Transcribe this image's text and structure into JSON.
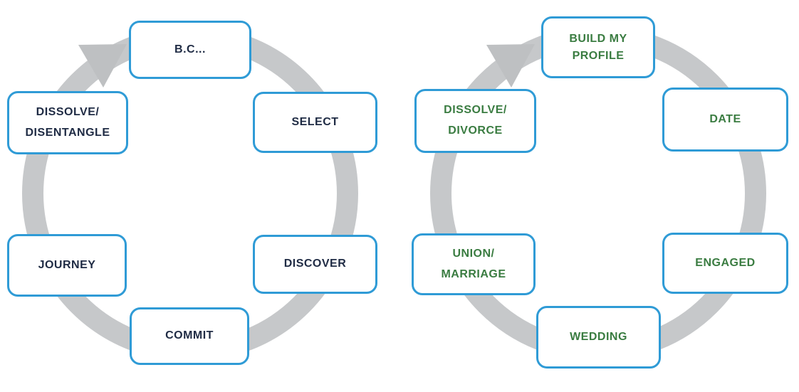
{
  "colors": {
    "page_background": "#ffffff",
    "box_border_blue": "#2f9bd6",
    "box_background": "#ffffff",
    "ring_gray": "#c6c8ca",
    "arrowhead_gray": "#bec0c2",
    "left_diagram_text": "#1f2b44",
    "right_diagram_text": "#3a7c41"
  },
  "diagrams": [
    {
      "id": "generic-cycle",
      "direction": "clockwise",
      "arrow_icon": "curved-cycle-arrow",
      "items": [
        {
          "label": "B.C...",
          "position": "top"
        },
        {
          "label": "SELECT",
          "position": "upper-right"
        },
        {
          "label": "DISCOVER",
          "position": "lower-right"
        },
        {
          "label": "COMMIT",
          "position": "bottom"
        },
        {
          "label": "JOURNEY",
          "position": "lower-left"
        },
        {
          "label": "DISSOLVE/\nDISENTANGLE",
          "position": "upper-left"
        }
      ]
    },
    {
      "id": "relationship-cycle",
      "direction": "clockwise",
      "arrow_icon": "curved-cycle-arrow",
      "items": [
        {
          "label": "BUILD MY\nPROFILE",
          "position": "top"
        },
        {
          "label": "DATE",
          "position": "upper-right"
        },
        {
          "label": "ENGAGED",
          "position": "lower-right"
        },
        {
          "label": "WEDDING",
          "position": "bottom"
        },
        {
          "label": "UNION/\nMARRIAGE",
          "position": "lower-left"
        },
        {
          "label": "DISSOLVE/\nDIVORCE",
          "position": "upper-left"
        }
      ]
    }
  ]
}
